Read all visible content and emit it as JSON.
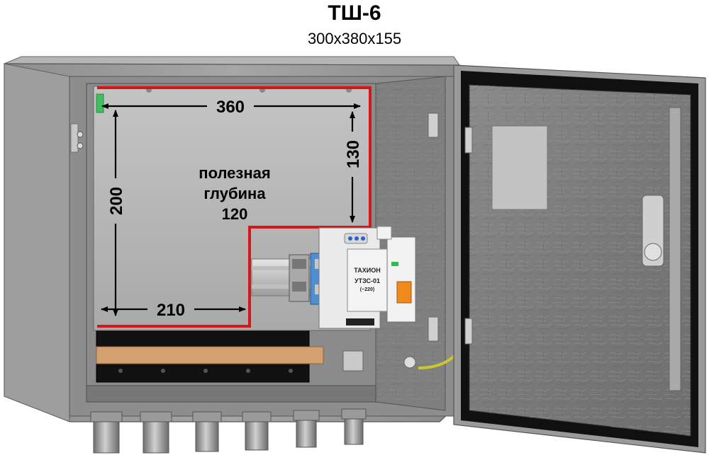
{
  "header": {
    "title": "ТШ-6",
    "subtitle": "300x380x155"
  },
  "dimensions": {
    "width_top": "360",
    "height_left": "200",
    "height_right": "130",
    "width_bottom": "210"
  },
  "usable_area": {
    "line1": "полезная",
    "line2": "глубина",
    "line3": "120"
  },
  "device": {
    "brand": "ТАХИОН",
    "model": "УТЗС-01",
    "voltage": "(~220)"
  },
  "colors": {
    "cabinet_gray": "#9a9a9a",
    "mounting_panel": "#b8b8b8",
    "outline_red": "#d41818",
    "busbar_copper": "#d4a070",
    "door_texture": "#7a7a7a"
  }
}
